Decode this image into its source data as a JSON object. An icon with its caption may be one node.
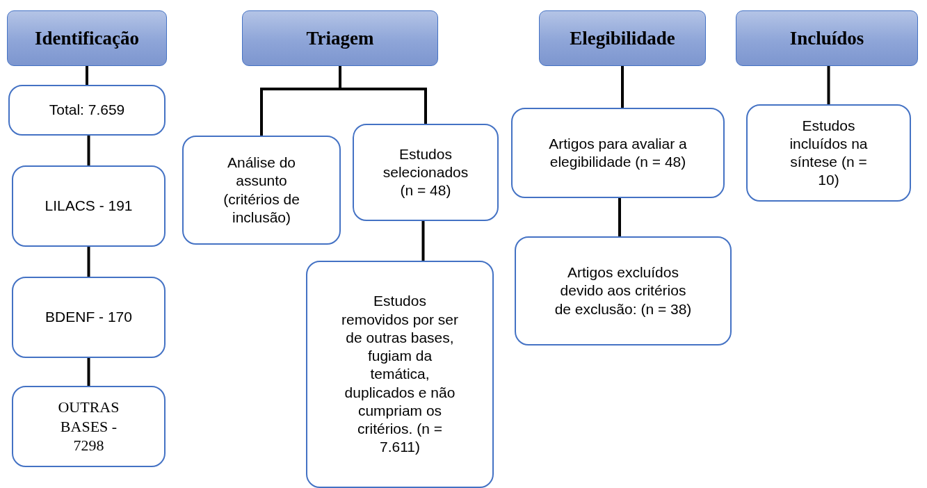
{
  "diagram": {
    "nodes": [
      {
        "text": [
          "Identificação"
        ]
      },
      {
        "text": [
          "Triagem"
        ]
      },
      {
        "text": [
          "Elegibilidade"
        ]
      },
      {
        "text": [
          "Incluídos"
        ]
      },
      {
        "text": [
          "Total:  7.659"
        ]
      },
      {
        "text": [
          "LILACS - 191"
        ]
      },
      {
        "text": [
          "BDENF - 170"
        ]
      },
      {
        "text": [
          "OUTRAS BASES - 7298"
        ]
      },
      {
        "text": [
          "Análise do assunto (critérios de inclusão)"
        ]
      },
      {
        "text": [
          "Estudos selecionados (n = 48)"
        ]
      },
      {
        "text": [
          "Estudos removidos por ser de outras bases, fugiam da temática, duplicados e não cumpriam os critérios. (n = 7.611)"
        ]
      },
      {
        "text": [
          "Artigos para avaliar a elegibilidade (n = 48)"
        ]
      },
      {
        "text": [
          "Artigos excluídos devido aos critérios de exclusão: (n = 38)"
        ]
      },
      {
        "text": [
          "Estudos incluídos na síntese (n = 10)"
        ]
      }
    ],
    "edges": [
      {
        "from": 0,
        "to": 4,
        "arrow": "none"
      },
      {
        "from": 4,
        "to": 5,
        "arrow": "none"
      },
      {
        "from": 5,
        "to": 6,
        "arrow": "none"
      },
      {
        "from": 6,
        "to": 7,
        "arrow": "none"
      },
      {
        "from": 1,
        "to": 8,
        "arrow": "none"
      },
      {
        "from": 1,
        "to": 9,
        "arrow": "none"
      },
      {
        "from": 9,
        "to": 10,
        "arrow": "none"
      },
      {
        "from": 2,
        "to": 11,
        "arrow": "none"
      },
      {
        "from": 11,
        "to": 12,
        "arrow": "none"
      },
      {
        "from": 3,
        "to": 13,
        "arrow": "none"
      }
    ]
  }
}
